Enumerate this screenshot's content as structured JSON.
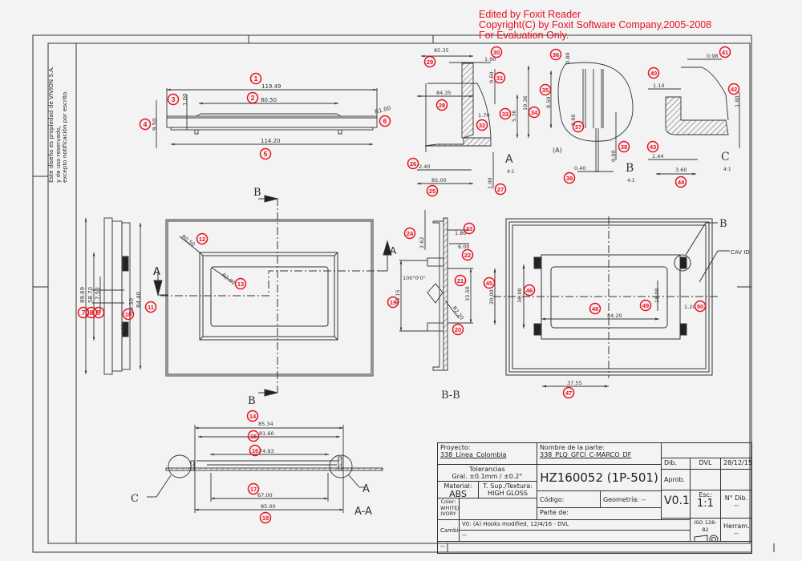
{
  "watermark": {
    "lines": [
      "Edited by Foxit Reader",
      "Copyright(C) by Foxit Software Company,2005-2008",
      "For Evaluation Only."
    ],
    "color": "#e8101e"
  },
  "side_note": {
    "lines": [
      "Este diseño es propiedad de VIVION S.A.",
      "y de uso reservado,",
      "excepto notificación por escrito."
    ]
  },
  "title_block": {
    "proyecto_label": "Proyecto:",
    "proyecto_value": "338_Línea_Colombia",
    "nombre_label": "Nombre de la parte:",
    "nombre_value": "338_PLQ_GFCI_C-MARCO_DF",
    "tolerancias_label": "Tolerancias",
    "tolerancias_value": "Gral. ±0.1mm / ±0.2°",
    "part_number": "HZ160052 (1P-501)",
    "dib_label": "Dib.",
    "dib_value": "DVL",
    "dib_date": "28/12/15",
    "aprob_label": "Aprob.",
    "material_label": "Material:",
    "material_value": "ABS",
    "textura_label": "T. Sup./Textura:",
    "textura_value": "HIGH GLOSS",
    "codigo_label": "Código:",
    "geometria_label": "Geometría: --",
    "version": "V0.1",
    "escala_label": "Esc:",
    "escala_value": "1:1",
    "ndib_label": "N° Dib.",
    "ndib_value": "--",
    "color_label": "Color:",
    "color_value": "WHITE/ IVORY",
    "parte_de_label": "Parte de:",
    "cambios_label": "Cambios:",
    "cambio_1": "V0: (A) Hooks modified, 12/4/16 - DVL",
    "cambio_2": "--",
    "iso_label": "ISO 128-82",
    "herram_label": "Herram.",
    "herram_value": "--",
    "footer": "--"
  },
  "views": {
    "top": {
      "dims": [
        "119.49",
        "80.50",
        "1.00",
        "9.50",
        "114.20",
        "R1.00"
      ]
    },
    "side": {
      "dims": [
        "89.69",
        "58.70",
        "7.50",
        "29.30",
        "84.40"
      ],
      "label_a": "A)"
    },
    "front": {
      "dims": [
        "R0.50",
        "R2.00"
      ],
      "section_label": "B"
    },
    "section_bb": {
      "title": "B-B",
      "dims": [
        "2.62",
        "1.80",
        "6.00",
        "100°0'0\"",
        "45.15",
        "33.50",
        "R2.20"
      ],
      "section_label": "A"
    },
    "back": {
      "dims": [
        "20.00",
        "36.00",
        "84.20",
        "18.00",
        "1.20",
        "37.55"
      ],
      "detail_label": "B",
      "cav_label": "CAV ID"
    },
    "section_aa": {
      "title": "A-A",
      "dims": [
        "85.34",
        "81.60",
        "74.93",
        "67.00",
        "85.00"
      ],
      "detail_c": "C",
      "detail_a": "A"
    },
    "detail_a": {
      "title": "A",
      "scale": "4:1",
      "dims": [
        "85.35",
        "1.90",
        "0.60",
        "84.35",
        "1.70",
        "5.36",
        "10.36",
        "2.40",
        "85.00",
        "1.00"
      ]
    },
    "detail_b": {
      "title": "B",
      "scale": "4:1",
      "sub": "(A)",
      "dims": [
        "0.80",
        "8.50",
        "0.80",
        "0.90",
        "0.40"
      ]
    },
    "detail_c": {
      "title": "C",
      "scale": "4:1",
      "dims": [
        "0.98",
        "1.14",
        "1.80",
        "1.44",
        "3.60"
      ]
    }
  },
  "balloons": [
    {
      "n": "1"
    },
    {
      "n": "2"
    },
    {
      "n": "3"
    },
    {
      "n": "4"
    },
    {
      "n": "5"
    },
    {
      "n": "6"
    },
    {
      "n": "7"
    },
    {
      "n": "8"
    },
    {
      "n": "9"
    },
    {
      "n": "10"
    },
    {
      "n": "11"
    },
    {
      "n": "12"
    },
    {
      "n": "13"
    },
    {
      "n": "14"
    },
    {
      "n": "15"
    },
    {
      "n": "16"
    },
    {
      "n": "17"
    },
    {
      "n": "18"
    },
    {
      "n": "19"
    },
    {
      "n": "20"
    },
    {
      "n": "21"
    },
    {
      "n": "22"
    },
    {
      "n": "23"
    },
    {
      "n": "24"
    },
    {
      "n": "25"
    },
    {
      "n": "26"
    },
    {
      "n": "27"
    },
    {
      "n": "28"
    },
    {
      "n": "29"
    },
    {
      "n": "30"
    },
    {
      "n": "31"
    },
    {
      "n": "32"
    },
    {
      "n": "33"
    },
    {
      "n": "34"
    },
    {
      "n": "35"
    },
    {
      "n": "36"
    },
    {
      "n": "37"
    },
    {
      "n": "38"
    },
    {
      "n": "39"
    },
    {
      "n": "40"
    },
    {
      "n": "41"
    },
    {
      "n": "42"
    },
    {
      "n": "43"
    },
    {
      "n": "44"
    },
    {
      "n": "45"
    },
    {
      "n": "46"
    },
    {
      "n": "47"
    },
    {
      "n": "48"
    },
    {
      "n": "49"
    },
    {
      "n": "50"
    }
  ],
  "colors": {
    "line": "#333333",
    "balloon": "#e8101e",
    "paper": "#f3f3f3"
  }
}
